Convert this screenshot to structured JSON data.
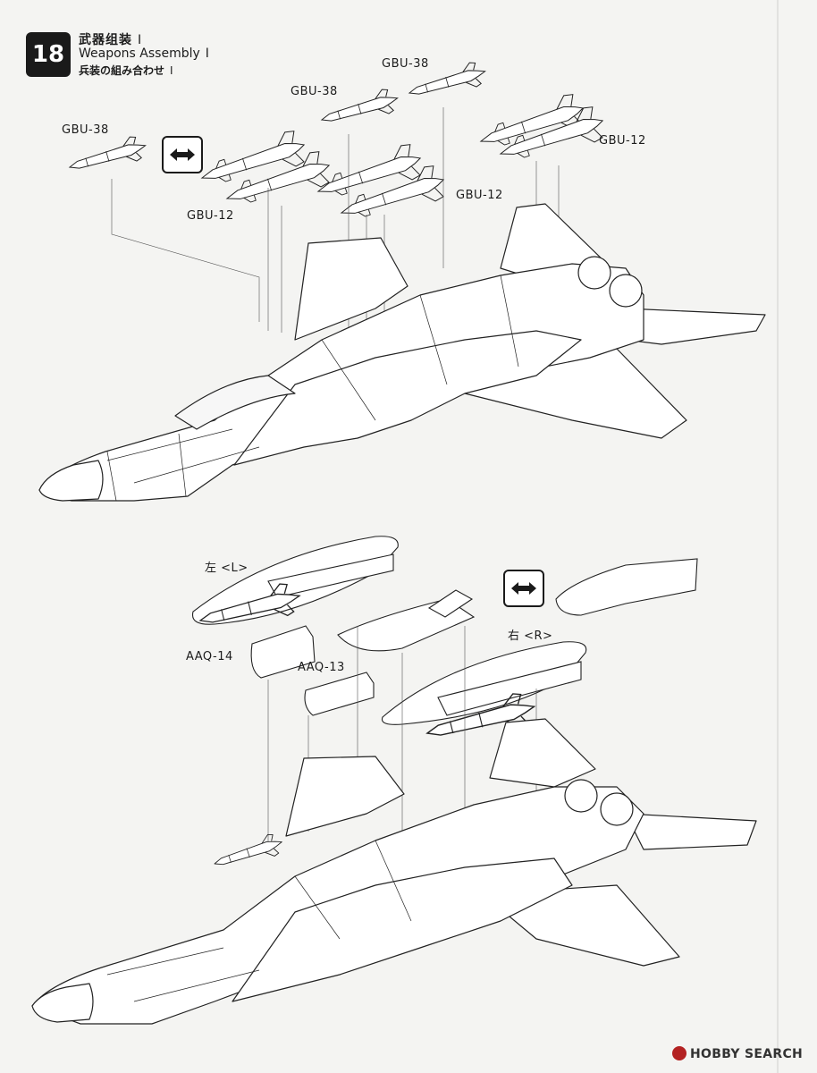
{
  "step": {
    "number": "18",
    "title_zh": "武器组装",
    "title_en": "Weapons Assembly",
    "title_ja": "兵装の組み合わせ",
    "variant_mark": "I"
  },
  "labels": {
    "gbu38_a": "GBU-38",
    "gbu38_b": "GBU-38",
    "gbu38_c": "GBU-38",
    "gbu12_a": "GBU-12",
    "gbu12_b": "GBU-12",
    "gbu12_c": "GBU-12",
    "left_tank": "左 <L>",
    "right_tank": "右 <R>",
    "aaq14": "AAQ-14",
    "aaq13": "AAQ-13"
  },
  "icons": {
    "swap": "double-arrow-icon",
    "logo": "hobby-search-logo"
  },
  "watermark": "HOBBY SEARCH",
  "colors": {
    "ink": "#1c1c1c",
    "badge": "#1a1a1a",
    "paper": "#f4f4f2",
    "logo": "#b32222"
  }
}
